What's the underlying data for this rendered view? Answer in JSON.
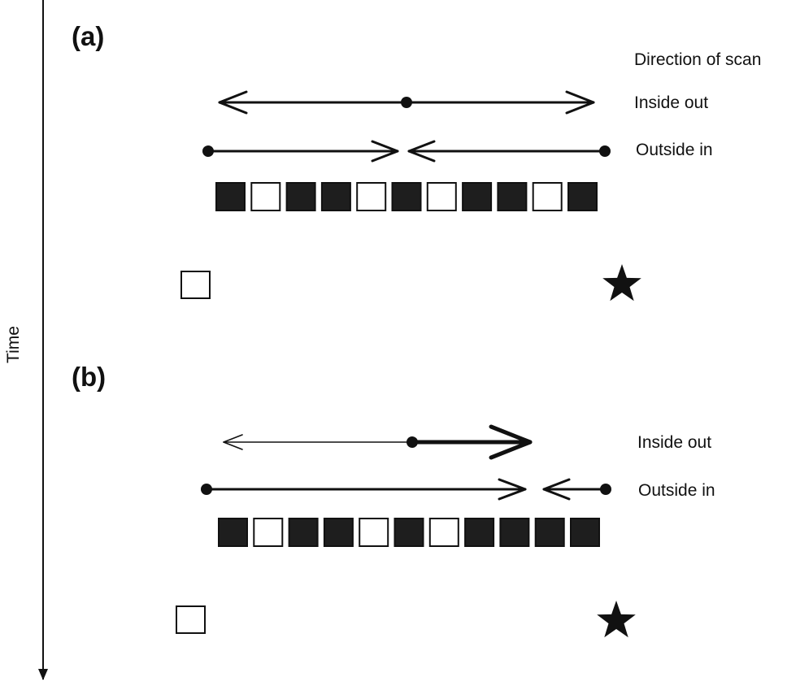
{
  "figure": {
    "axis_label": "Time",
    "header": "Direction of scan",
    "panels": [
      {
        "label": "(a)",
        "inside_label": "Inside out",
        "outside_label": "Outside in",
        "squares": [
          "black",
          "white",
          "black",
          "black",
          "white",
          "black",
          "white",
          "black",
          "black",
          "white",
          "black"
        ]
      },
      {
        "label": "(b)",
        "inside_label": "Inside out",
        "outside_label": "Outside in",
        "squares": [
          "black",
          "white",
          "black",
          "black",
          "white",
          "black",
          "white",
          "black",
          "black",
          "black",
          "black"
        ]
      }
    ]
  },
  "colors": {
    "ink": "#111111",
    "fill_black": "#1e1e1e",
    "fill_white": "#ffffff"
  },
  "icons": {
    "target_marker": "star-icon",
    "start_marker": "empty-square-icon"
  }
}
